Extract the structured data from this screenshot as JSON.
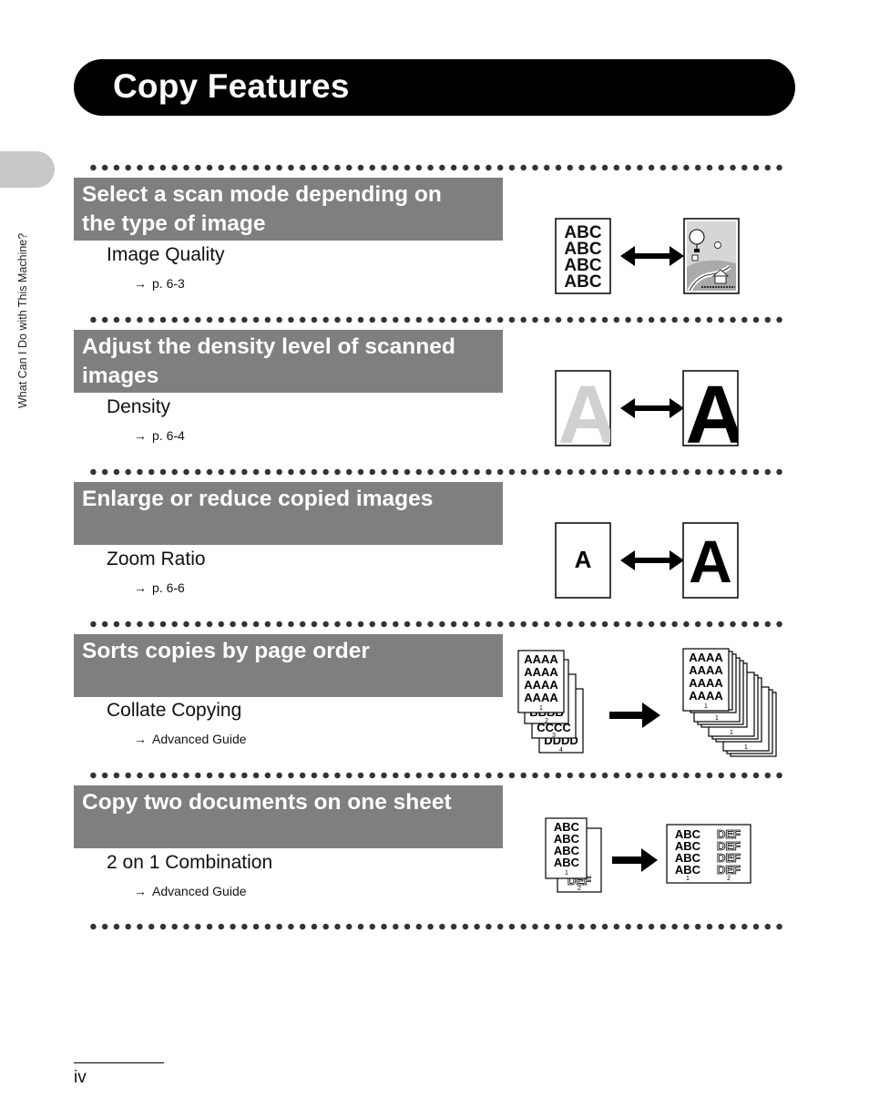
{
  "title": "Copy Features",
  "side_label": "What Can I Do with This Machine?",
  "page_number": "iv",
  "sections": [
    {
      "heading_line1": "Select a scan mode depending on",
      "heading_line2": "the type of image",
      "feature": "Image Quality",
      "ref": "p. 6-3"
    },
    {
      "heading_line1": "Adjust the density level of scanned",
      "heading_line2": "images",
      "feature": "Density",
      "ref": "p. 6-4"
    },
    {
      "heading_line1": "Enlarge or reduce copied images",
      "heading_line2": "",
      "feature": "Zoom Ratio",
      "ref": "p. 6-6"
    },
    {
      "heading_line1": "Sorts copies by page order",
      "heading_line2": "",
      "feature": "Collate Copying",
      "ref": "Advanced Guide"
    },
    {
      "heading_line1": "Copy two documents on one sheet",
      "heading_line2": "",
      "feature": "2 on 1 Combination",
      "ref": "Advanced Guide"
    }
  ],
  "illustrations": {
    "abc_text": "ABC",
    "letter": "A",
    "collate_a": "AAAA",
    "collate_b": "BBBB",
    "collate_c": "CCCC",
    "collate_d": "DDDD",
    "page1": "1",
    "page2": "2",
    "page3": "3",
    "page4": "4",
    "def_text": "DEF",
    "arrow_glyph": "→",
    "icons": [
      "double-arrow-icon",
      "right-arrow-icon",
      "landscape-photo-icon"
    ]
  }
}
